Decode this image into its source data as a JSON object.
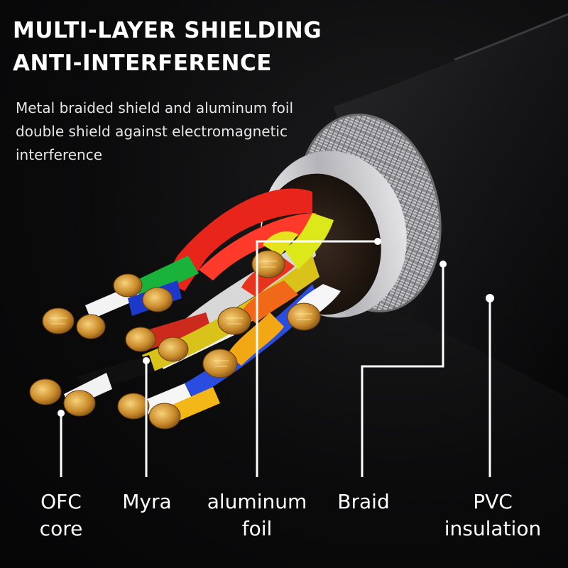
{
  "headline": {
    "line1": "MULTI-LAYER SHIELDING",
    "line2": "ANTI-INTERFERENCE"
  },
  "description": {
    "line1": "Metal braided shield and aluminum foil",
    "line2": "double shield against electromagnetic",
    "line3": "interference"
  },
  "layers": [
    {
      "line1": "OFC",
      "line2": "core"
    },
    {
      "line1": "Myra",
      "line2": ""
    },
    {
      "line1": "aluminum",
      "line2": "foil"
    },
    {
      "line1": "Braid",
      "line2": ""
    },
    {
      "line1": "PVC",
      "line2": "insulation"
    }
  ],
  "icons": [
    "cable-cross-section-illustration"
  ],
  "colors": {
    "background": "#0b0b0c",
    "text": "#ffffff",
    "copper": "#c98a2b",
    "braid": "#b9b9bd",
    "foil": "#d9d9dc",
    "callout_line": "#ffffff"
  }
}
